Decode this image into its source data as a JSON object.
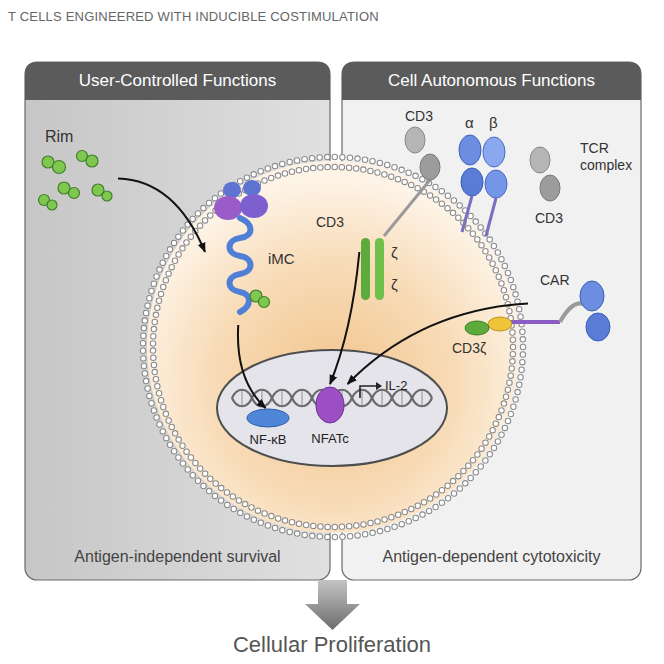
{
  "diagram": {
    "title": "T CELLS ENGINEERED WITH INDUCIBLE COSTIMULATION",
    "nodes": [
      {
        "text": [
          "User-Controlled Functions",
          "Antigen-independent survival"
        ]
      },
      {
        "text": [
          "Rim"
        ],
        "in": 0
      },
      {
        "text": [
          "iMC"
        ],
        "in": 0
      },
      {
        "text": [
          "Cell Autonomous Functions",
          "Antigen-dependent cytotoxicity"
        ]
      },
      {
        "text": [
          "TCR complex"
        ],
        "in": 3
      },
      {
        "text": [
          "CAR"
        ],
        "in": 3
      },
      {
        "text": [
          "NF-κB"
        ]
      },
      {
        "text": [
          "NFATc"
        ]
      }
    ],
    "edges": [
      {
        "from": 1,
        "to": 2,
        "arrow": "to"
      },
      {
        "from": 2,
        "to": 6,
        "arrow": "to"
      },
      {
        "from": 4,
        "to": 7,
        "arrow": "to"
      },
      {
        "from": 5,
        "to": 7,
        "arrow": "to"
      }
    ],
    "labels": [
      "CD3",
      "α",
      "β",
      "CD3",
      "ζ",
      "ζ",
      "CD3",
      "CD3ζ",
      "IL-2",
      "Cellular Proliferation"
    ]
  }
}
